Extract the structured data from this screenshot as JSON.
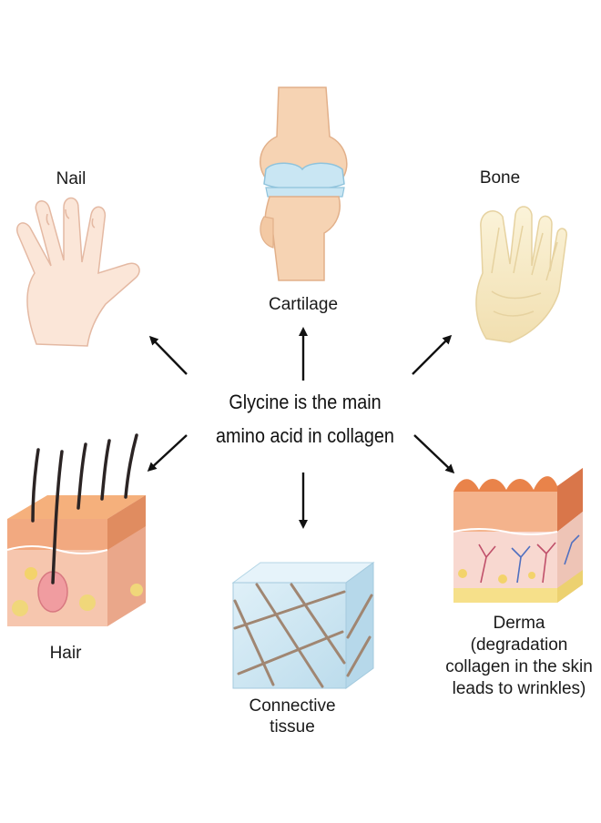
{
  "center": {
    "line1": "Glycine is the main",
    "line2": "amino acid in collagen"
  },
  "labels": {
    "nail": "Nail",
    "cartilage": "Cartilage",
    "bone": "Bone",
    "hair": "Hair",
    "connective_line1": "Connective",
    "connective_line2": "tissue",
    "derma_line1": "Derma",
    "derma_line2": "(degradation",
    "derma_line3": "collagen in the skin",
    "derma_line4": "leads to wrinkles)"
  },
  "colors": {
    "skin": "#f8dcc8",
    "bone": "#f7ecc8",
    "cartilage": "#c9e6f3",
    "hair_skin_top": "#f0a870",
    "derma_top": "#ec8a4d",
    "connective": "#cfe6f2",
    "fiber": "#a08672",
    "arrow": "#111111"
  }
}
